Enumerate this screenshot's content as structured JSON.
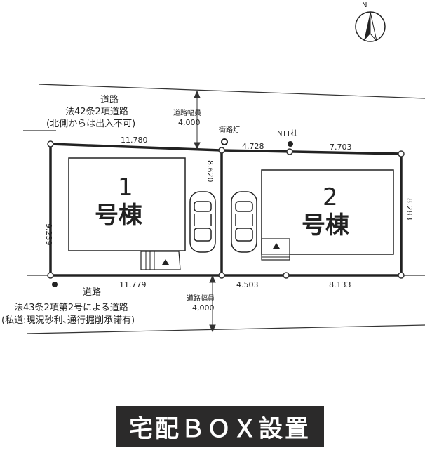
{
  "north_label": "N",
  "road_north": {
    "name": "道路",
    "type": "法42条2項道路",
    "note": "(北側からは出入不可)",
    "width_label": "道路幅員",
    "width_value": "4,000"
  },
  "road_south": {
    "name": "道路",
    "type": "法43条2項第2号による道路",
    "note": "(私道:現況砂利､通行掘削承諾有)",
    "width_label": "道路幅員",
    "width_value": "4,000"
  },
  "landmarks": {
    "streetlight": "街路灯",
    "ntt_pole": "NTT柱"
  },
  "dimensions": {
    "lot1_top": "11.780",
    "lot1_bottom": "11.779",
    "lot1_left": "9.239",
    "divider": "8.620",
    "lot2_top_a": "4.728",
    "lot2_top_b": "7.703",
    "lot2_bottom_a": "4.503",
    "lot2_bottom_b": "8.133",
    "lot2_right": "8.283"
  },
  "buildings": [
    {
      "number": "1",
      "label": "号棟"
    },
    {
      "number": "2",
      "label": "号棟"
    }
  ],
  "banner": "宅配ＢＯＸ設置"
}
